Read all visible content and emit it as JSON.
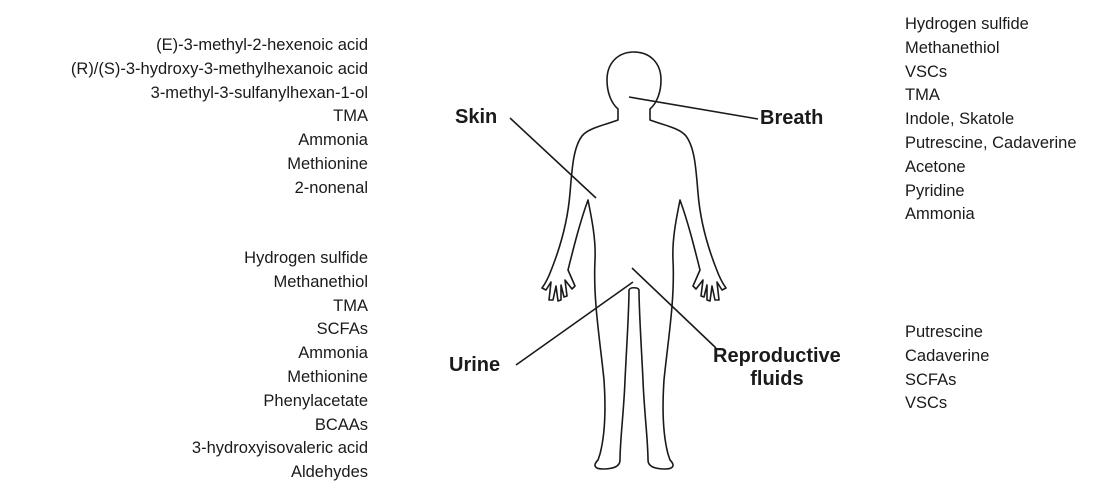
{
  "regions": {
    "skin": {
      "label": "Skin",
      "compounds": [
        "(E)-3-methyl-2-hexenoic acid",
        "(R)/(S)-3-hydroxy-3-methylhexanoic acid",
        "3-methyl-3-sulfanylhexan-1-ol",
        "TMA",
        "Ammonia",
        "Methionine",
        "2-nonenal"
      ]
    },
    "urine": {
      "label": "Urine",
      "compounds": [
        "Hydrogen sulfide",
        "Methanethiol",
        "TMA",
        "SCFAs",
        "Ammonia",
        "Methionine",
        "Phenylacetate",
        "BCAAs",
        "3-hydroxyisovaleric acid",
        "Aldehydes"
      ]
    },
    "breath": {
      "label": "Breath",
      "compounds": [
        "Hydrogen sulfide",
        "Methanethiol",
        "VSCs",
        "TMA",
        "Indole, Skatole",
        "Putrescine, Cadaverine",
        "Acetone",
        "Pyridine",
        "Ammonia"
      ]
    },
    "reproductive": {
      "label_line1": "Reproductive",
      "label_line2": "fluids",
      "compounds": [
        "Putrescine",
        "Cadaverine",
        "SCFAs",
        "VSCs"
      ]
    }
  }
}
